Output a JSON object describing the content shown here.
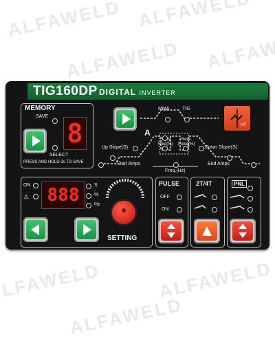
{
  "watermark": "ALFAWELD",
  "header": {
    "model": "TIG160DP",
    "subtitle_main": "DIGITAL",
    "subtitle_small": "INVERTER"
  },
  "memory": {
    "title": "MEMORY",
    "save": "SAVE",
    "select": "SELECT",
    "hint": "PRESS AND HOLD 3s TO SAVE",
    "digit": "8"
  },
  "mode": {
    "mma": "MMA",
    "tig": "TIG",
    "hf_text": "HF"
  },
  "graph": {
    "peak_marker": "A",
    "up_slope": "Up Slope(S)",
    "down_slope": "Down Slope(S)",
    "start_amps": "Start Amps",
    "end_amps": "End Amps",
    "duty": "Duty",
    "duty_sub": "Time(%)",
    "base": "Base",
    "base_sub": "Pulse(%)",
    "freq": "Freq.(Hz)"
  },
  "setting": {
    "on": "ON",
    "warn": "⚠",
    "display": "888",
    "unit_s": "S",
    "unit_pct": "%",
    "unit_hz": "Hz",
    "label": "SETTING"
  },
  "pulse": {
    "title": "PULSE",
    "off": "OFF",
    "on": "ON"
  },
  "trigger": {
    "title": "2T/4T"
  },
  "remote": {
    "title": "PNL"
  },
  "colors": {
    "panel": "#141414",
    "header": "#1c7c3c",
    "green_button": "#2eb35a",
    "red_button": "#e23424",
    "led_display": "#ff2a1a"
  }
}
